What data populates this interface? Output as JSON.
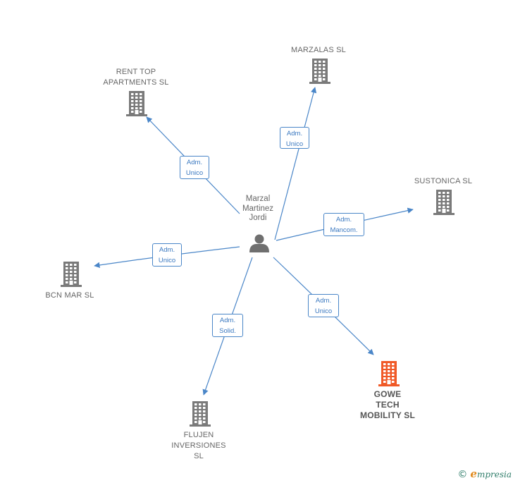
{
  "person": {
    "name": "Marzal\nMartinez\nJordi",
    "icon": "person-icon"
  },
  "companies": [
    {
      "id": "marzalas",
      "name": "MARZALAS  SL",
      "role": "Adm.\nUnico",
      "highlight": false
    },
    {
      "id": "rent-top",
      "name": "RENT TOP\nAPARTMENTS SL",
      "role": "Adm.\nUnico",
      "highlight": false
    },
    {
      "id": "sustonica",
      "name": "SUSTONICA  SL",
      "role": "Adm.\nMancom.",
      "highlight": false
    },
    {
      "id": "bcn-mar",
      "name": "BCN MAR SL",
      "role": "Adm.\nUnico",
      "highlight": false
    },
    {
      "id": "gowe",
      "name": "GOWE\nTECH\nMOBILITY  SL",
      "role": "Adm.\nUnico",
      "highlight": true
    },
    {
      "id": "flujen",
      "name": "FLUJEN\nINVERSIONES\nSL",
      "role": "Adm.\nSolid.",
      "highlight": false
    }
  ],
  "colors": {
    "edge": "#4a86c8",
    "building": "#7a7a7a",
    "highlight": "#f05a28",
    "person": "#6f6f6f"
  },
  "watermark": {
    "symbol": "©",
    "brand_initial": "e",
    "brand_rest": "mpresia"
  }
}
